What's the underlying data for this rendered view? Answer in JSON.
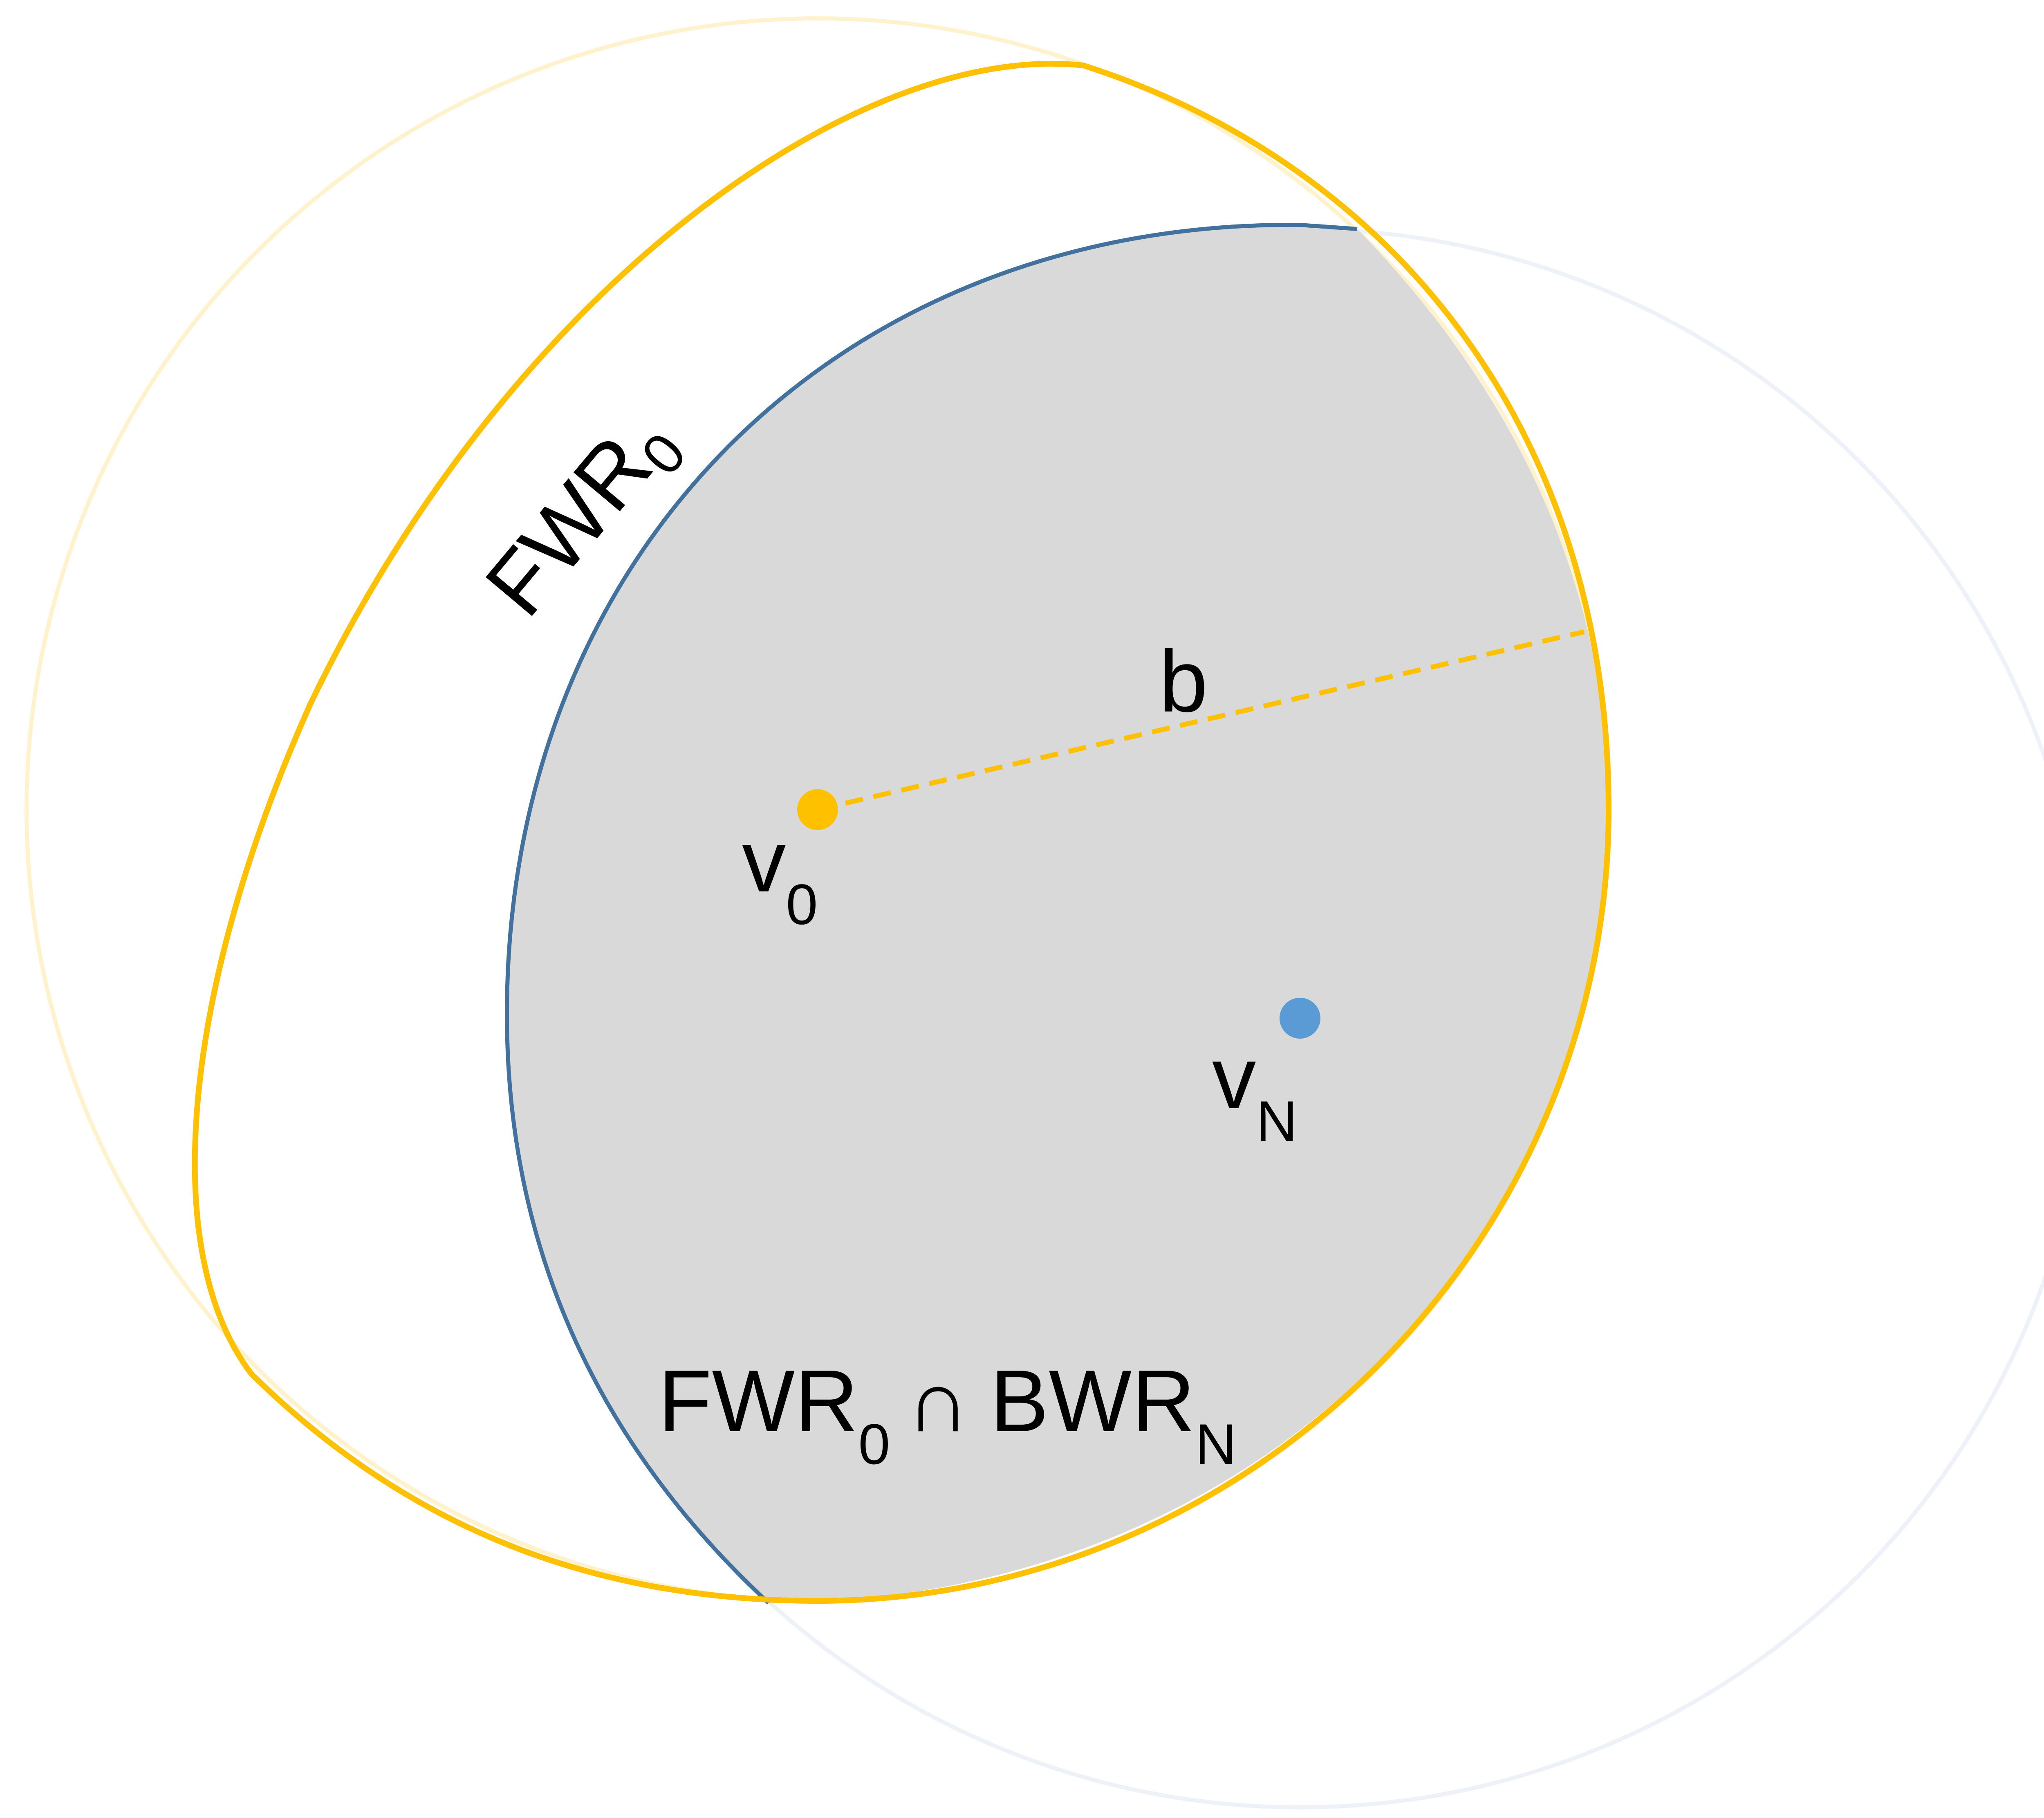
{
  "diagram": {
    "labels": {
      "fwr_main": "FWR",
      "fwr_sub": "0",
      "b": "b",
      "v0_main": "v",
      "v0_sub": "0",
      "vn_main": "v",
      "vn_sub": "N",
      "intersection": {
        "fwr": "FWR",
        "fwr_sub": "0",
        "cap": "∩",
        "bwr": "BWR",
        "bwr_sub": "N"
      }
    },
    "nodes": [
      {
        "name": "v0",
        "color": "#FFC000"
      },
      {
        "name": "vN",
        "color": "#5B9BD5"
      }
    ],
    "colors": {
      "forward": "#FFC000",
      "forward_faint": "#FFF2CC",
      "backward": "#41719C",
      "backward_faint": "#EEF2F8",
      "intersection_fill": "#D9D9D9"
    }
  }
}
